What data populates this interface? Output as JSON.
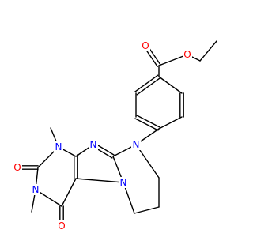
{
  "colors": {
    "background": "#ffffff",
    "bond": "#000000",
    "oxygen": "#ff0000",
    "nitrogen": "#0000ff"
  },
  "atoms": {
    "o_carbonyl": {
      "text": "O",
      "element": "oxygen"
    },
    "o_ester": {
      "text": "O",
      "element": "oxygen"
    },
    "n_aryl": {
      "text": "N",
      "element": "nitrogen"
    },
    "n_imidazole": {
      "text": "N",
      "element": "nitrogen"
    },
    "n_fused": {
      "text": "N",
      "element": "nitrogen"
    },
    "n1_methyl": {
      "text": "N",
      "element": "nitrogen"
    },
    "n3_methyl": {
      "text": "N",
      "element": "nitrogen"
    },
    "o_c2": {
      "text": "O",
      "element": "oxygen"
    },
    "o_c4": {
      "text": "O",
      "element": "oxygen"
    }
  }
}
